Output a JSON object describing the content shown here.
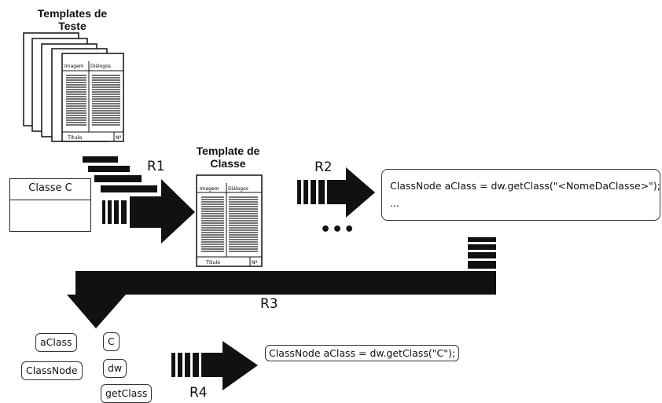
{
  "templates_teste": {
    "title_line1": "Templates de",
    "title_line2": "Teste",
    "column_headers": [
      "Imagem",
      "Diálogos"
    ],
    "footer_title": "Título",
    "footer_number": "Nº"
  },
  "template_classe": {
    "title_line1": "Template de",
    "title_line2": "Classe",
    "column_headers": [
      "Imagem",
      "Diálogos"
    ],
    "footer_title": "Título",
    "footer_number": "Nº"
  },
  "class_box": {
    "name": "Classe C"
  },
  "arrows": {
    "r1": "R1",
    "r2": "R2",
    "r3": "R3",
    "r4": "R4"
  },
  "code_box": {
    "line1": "ClassNode aClass = dw.getClass(\"<NomeDaClasse>\");",
    "line2": "..."
  },
  "ellipsis": "•••",
  "tokens": [
    "aClass",
    "C",
    "ClassNode",
    "dw",
    "getClass"
  ],
  "result_code": "ClassNode aClass = dw.getClass(\"C\");"
}
